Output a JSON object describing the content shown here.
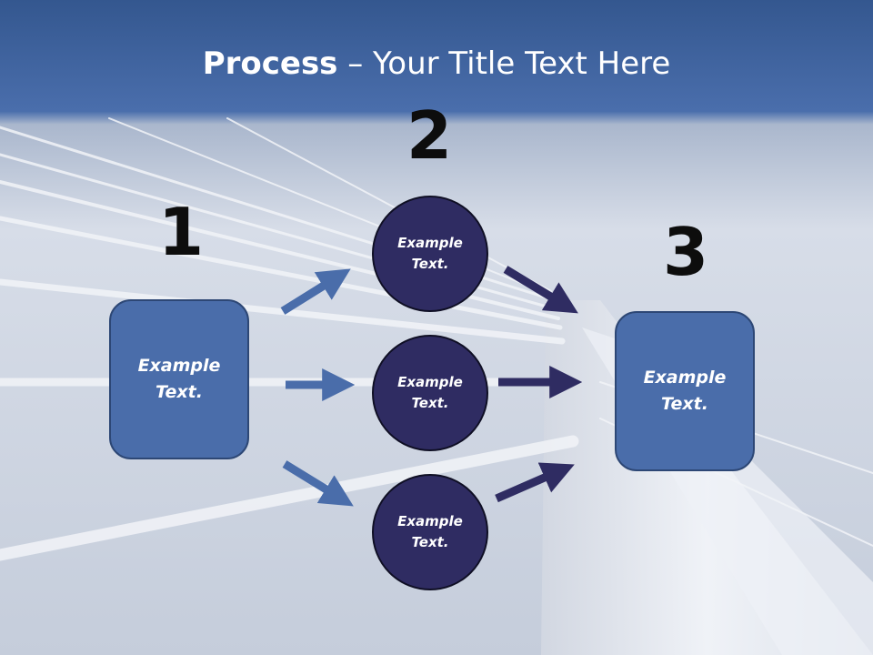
{
  "title": {
    "bold": "Process",
    "rest": " – Your Title Text Here"
  },
  "steps": {
    "one": "1",
    "two": "2",
    "three": "3"
  },
  "left_box": {
    "text": "Example\nText."
  },
  "right_box": {
    "text": "Example\nText."
  },
  "circles": [
    {
      "text": "Example\nText."
    },
    {
      "text": "Example\nText."
    },
    {
      "text": "Example\nText."
    }
  ],
  "colors": {
    "box": "#4a6daa",
    "circle": "#2f2c62",
    "arrow_in": "#4a6daa",
    "arrow_out": "#2f2c62"
  }
}
